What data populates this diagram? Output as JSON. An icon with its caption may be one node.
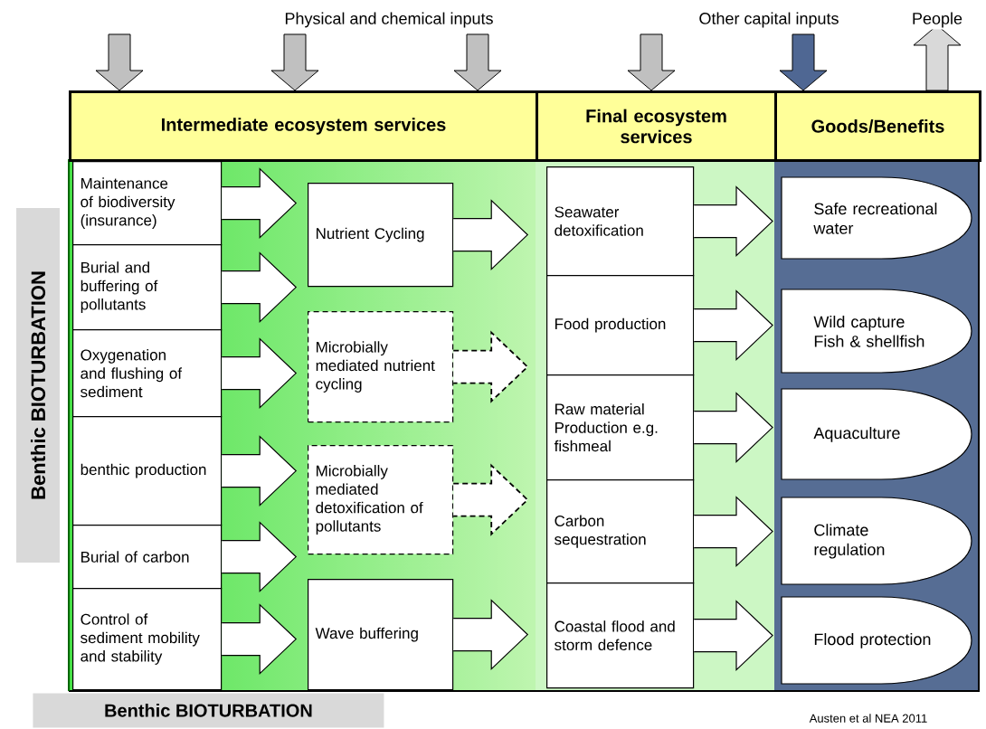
{
  "diagram": {
    "nodes": [
      {
        "text": [
          "Intermediate ecosystem services"
        ]
      },
      {
        "text": [
          "Final ecosystem services"
        ]
      },
      {
        "text": [
          "Goods/Benefits"
        ]
      },
      {
        "text": [
          "Maintenance of biodiversity (insurance)"
        ]
      },
      {
        "text": [
          "Burial and buffering of pollutants"
        ]
      },
      {
        "text": [
          "Oxygenation and flushing of sediment"
        ]
      },
      {
        "text": [
          "benthic production"
        ]
      },
      {
        "text": [
          "Burial of carbon"
        ]
      },
      {
        "text": [
          "Control of sediment mobility and stability"
        ]
      },
      {
        "text": [
          "Nutrient Cycling"
        ]
      },
      {
        "text": [
          "Microbially mediated nutrient cycling"
        ]
      },
      {
        "text": [
          "Microbially mediated detoxification of pollutants"
        ]
      },
      {
        "text": [
          "Wave buffering"
        ]
      },
      {
        "text": [
          "Seawater detoxification"
        ]
      },
      {
        "text": [
          "Food production"
        ]
      },
      {
        "text": [
          "Raw material Production e.g. fishmeal"
        ]
      },
      {
        "text": [
          "Carbon sequestration"
        ]
      },
      {
        "text": [
          "Coastal flood and storm defence"
        ]
      },
      {
        "text": [
          "Safe recreational water"
        ]
      },
      {
        "text": [
          "Wild capture Fish & shellfish"
        ]
      },
      {
        "text": [
          "Aquaculture"
        ]
      },
      {
        "text": [
          "Climate regulation"
        ]
      },
      {
        "text": [
          "Flood protection"
        ]
      }
    ],
    "edges": [
      {
        "from": 3,
        "to": null,
        "arrow": "to"
      },
      {
        "from": 4,
        "to": null,
        "arrow": "to"
      },
      {
        "from": 5,
        "to": null,
        "arrow": "to"
      },
      {
        "from": 6,
        "to": null,
        "arrow": "to"
      },
      {
        "from": 7,
        "to": null,
        "arrow": "to"
      },
      {
        "from": 8,
        "to": null,
        "arrow": "to"
      },
      {
        "from": 9,
        "to": null,
        "arrow": "to"
      },
      {
        "from": 10,
        "to": null,
        "arrow": "to",
        "style": "dashed"
      },
      {
        "from": 11,
        "to": null,
        "arrow": "to",
        "style": "dashed"
      },
      {
        "from": 12,
        "to": null,
        "arrow": "to"
      },
      {
        "from": 13,
        "to": 18,
        "arrow": "to"
      },
      {
        "from": 14,
        "to": 19,
        "arrow": "to"
      },
      {
        "from": 15,
        "to": 20,
        "arrow": "to"
      },
      {
        "from": 16,
        "to": 21,
        "arrow": "to"
      },
      {
        "from": 17,
        "to": 22,
        "arrow": "to"
      },
      {
        "from": null,
        "to": 0,
        "arrow": "to",
        "color": "#c0c0c0"
      },
      {
        "from": null,
        "to": 0,
        "arrow": "to",
        "color": "#c0c0c0"
      },
      {
        "from": null,
        "to": 0,
        "arrow": "to",
        "color": "#c0c0c0"
      },
      {
        "from": null,
        "to": 1,
        "arrow": "to",
        "color": "#c0c0c0"
      },
      {
        "from": null,
        "to": 2,
        "arrow": "to",
        "color": "#4f6793"
      },
      {
        "from": 2,
        "to": null,
        "arrow": "to",
        "color": "#d9d9d9"
      }
    ],
    "labels": [
      "Physical and chemical inputs",
      "Other capital inputs",
      "People",
      "Benthic BIOTURBATION",
      "Benthic BIOTURBATION",
      "Austen et al NEA 2011"
    ]
  }
}
